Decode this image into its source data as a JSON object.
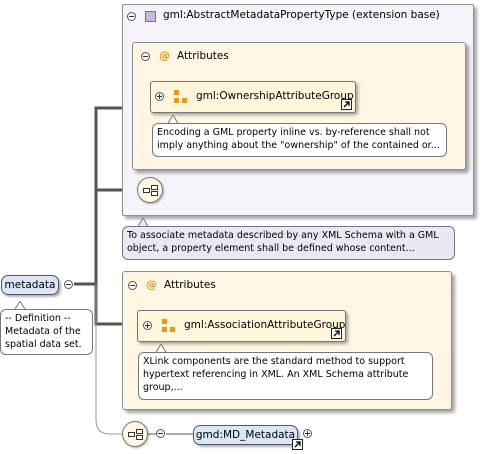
{
  "diagram": {
    "ext": {
      "title": "gml:AbstractMetadataPropertyType (extension base)",
      "attributes_label": "Attributes",
      "group_label": "gml:OwnershipAttributeGroup",
      "group_doc": "Encoding a GML property inline vs. by-reference shall not imply anything about the \"ownership\" of the contained or..."
    },
    "ext_doc": "To associate metadata described by any XML Schema with a GML object, a property element shall be defined whose content...",
    "attributes2": {
      "label": "Attributes",
      "group_label": "gml:AssociationAttributeGroup",
      "group_doc": "XLink components are the standard method to support hypertext referencing in XML. An XML Schema attribute group,..."
    },
    "root": {
      "label": "metadata",
      "doc": "-- Definition -- Metadata of the spatial data set."
    },
    "child": {
      "label": "gmd:MD_Metadata"
    },
    "colors": {
      "ext_bg": "#f4f4fa",
      "attr_bg": "#fff7e4",
      "element_bg": "#dbe6f6",
      "doc_lavender": "#eae8f5",
      "line": "#555555"
    }
  }
}
